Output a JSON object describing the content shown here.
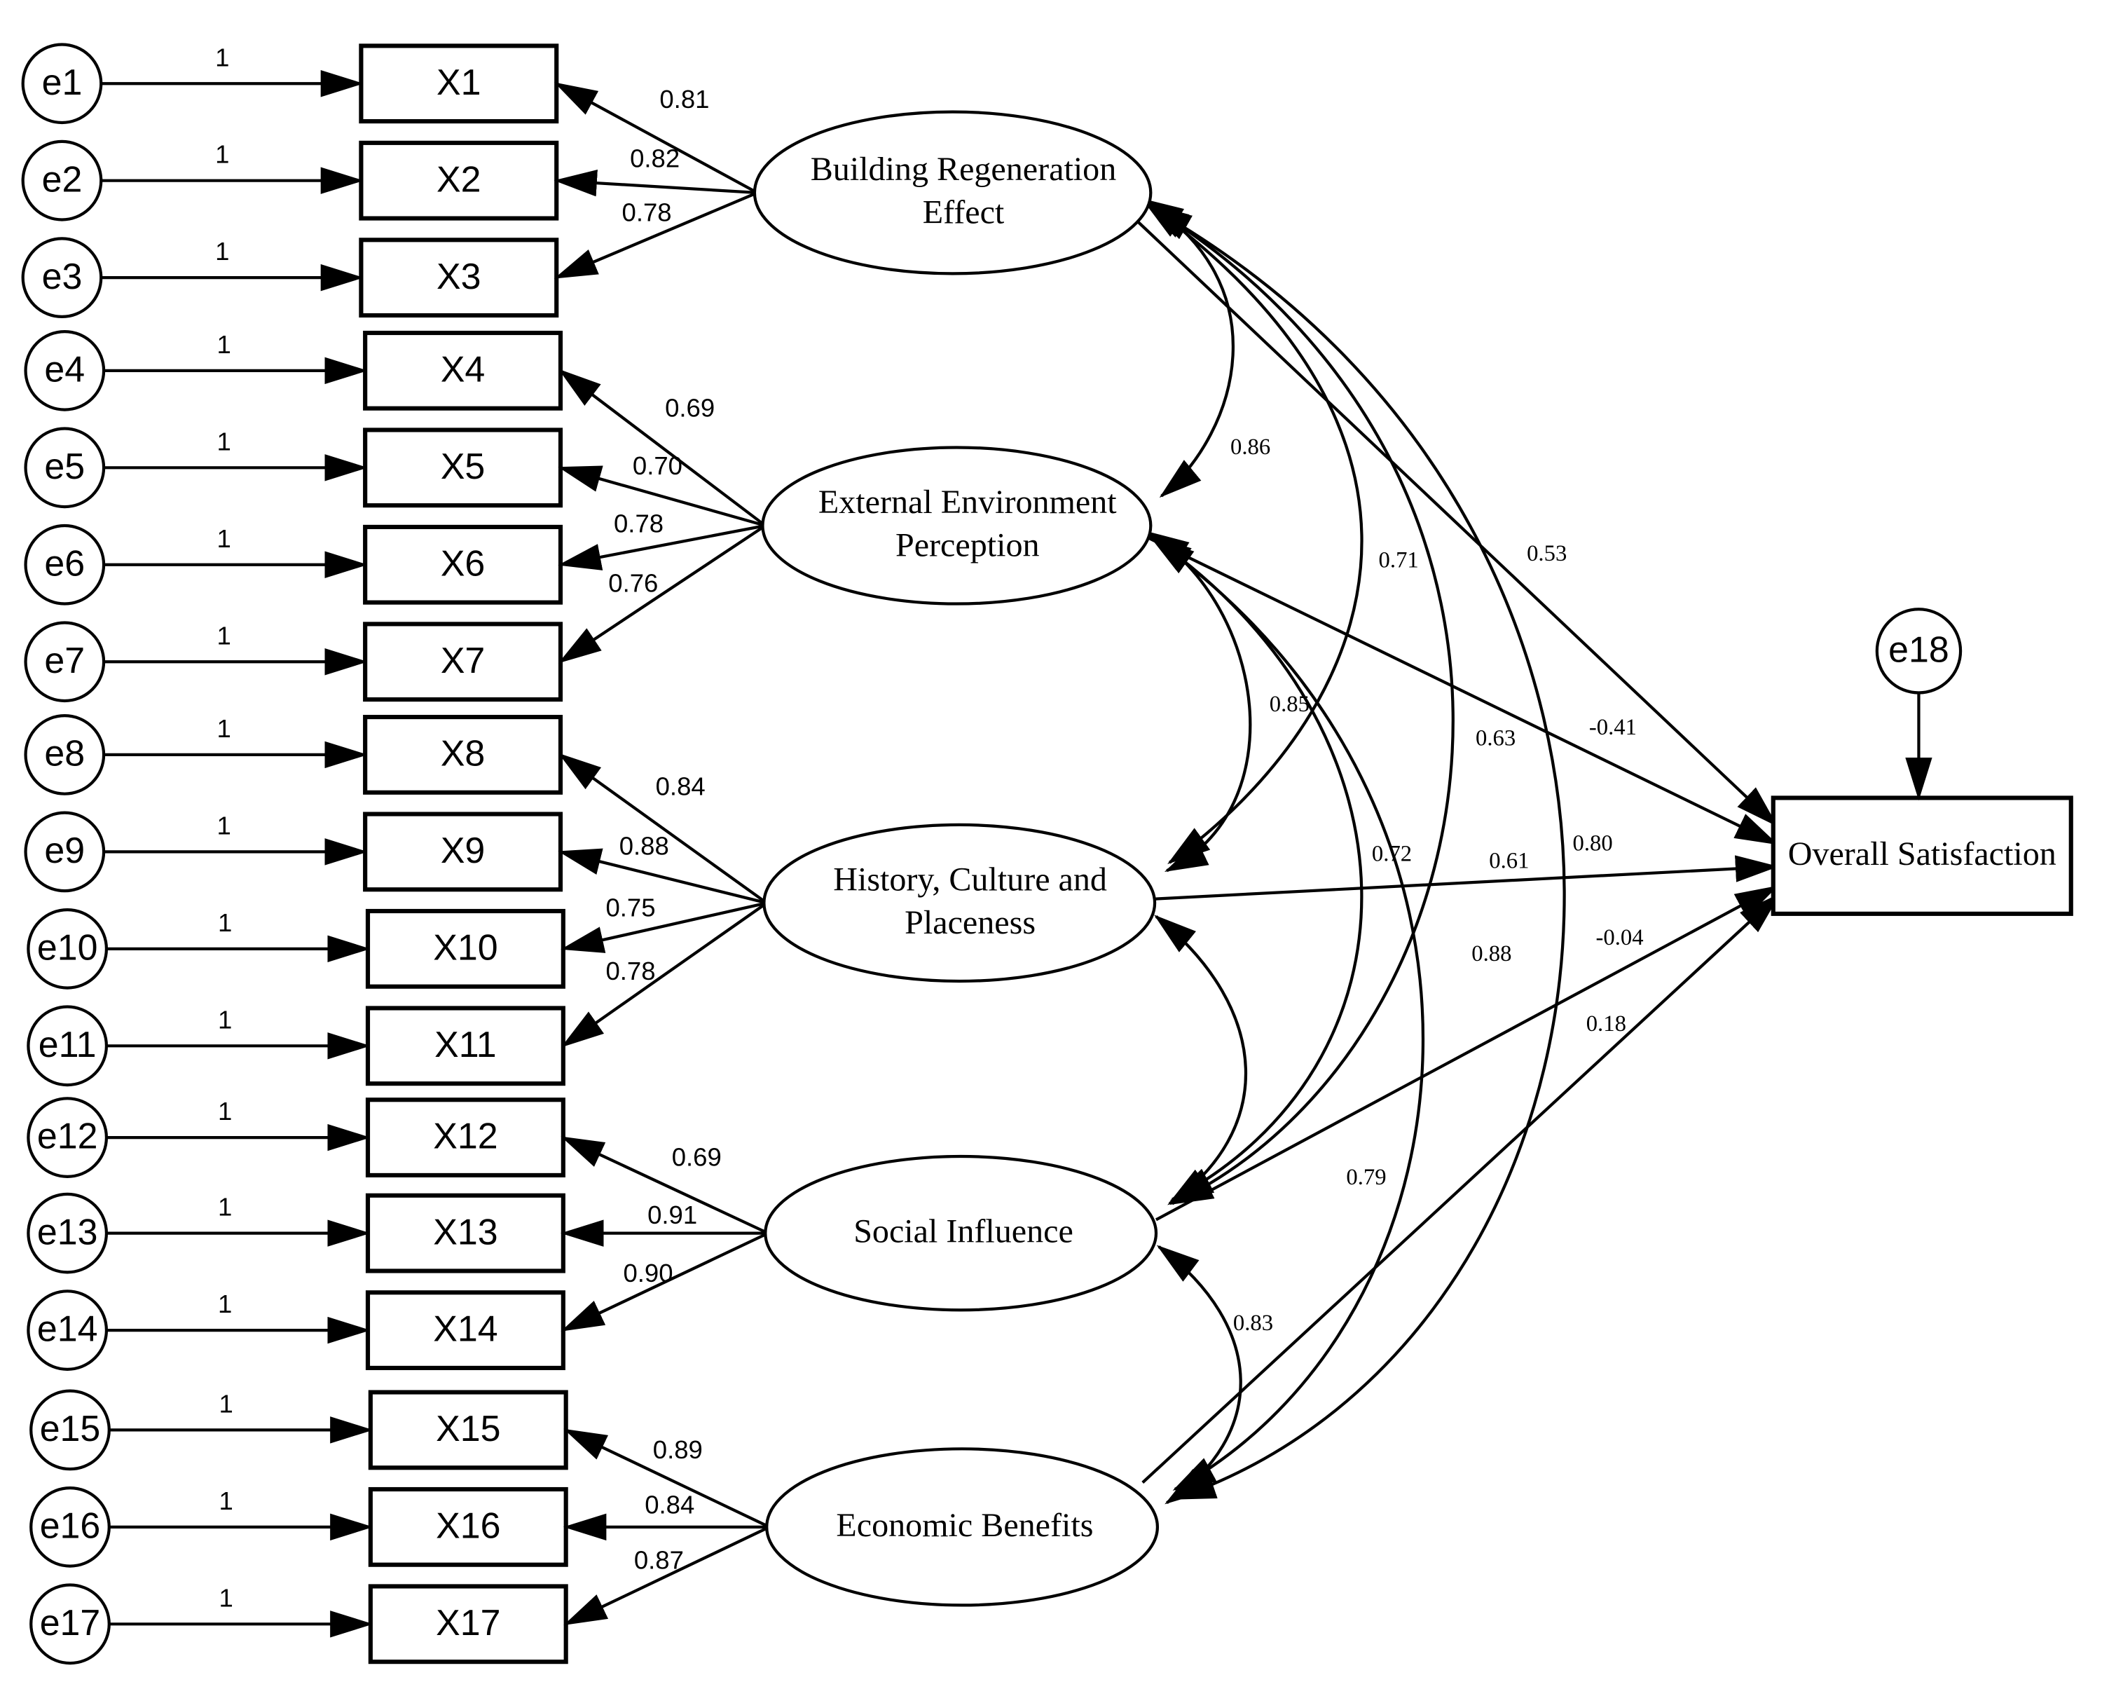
{
  "errors": [
    "e1",
    "e2",
    "e3",
    "e4",
    "e5",
    "e6",
    "e7",
    "e8",
    "e9",
    "e10",
    "e11",
    "e12",
    "e13",
    "e14",
    "e15",
    "e16",
    "e17"
  ],
  "error_weight_label": "1",
  "indicators": [
    "X1",
    "X2",
    "X3",
    "X4",
    "X5",
    "X6",
    "X7",
    "X8",
    "X9",
    "X10",
    "X11",
    "X12",
    "X13",
    "X14",
    "X15",
    "X16",
    "X17"
  ],
  "latents": [
    {
      "line1": "Building Regeneration",
      "line2": "Effect"
    },
    {
      "line1": "External Environment",
      "line2": "Perception"
    },
    {
      "line1": "History, Culture and",
      "line2": "Placeness"
    },
    {
      "line1": "Social Influence",
      "line2": ""
    },
    {
      "line1": "Economic Benefits",
      "line2": ""
    }
  ],
  "loadings": [
    "0.81",
    "0.82",
    "0.78",
    "0.69",
    "0.70",
    "0.78",
    "0.76",
    "0.84",
    "0.88",
    "0.75",
    "0.78",
    "0.69",
    "0.91",
    "0.90",
    "0.89",
    "0.84",
    "0.87"
  ],
  "outcome": {
    "label": "Overall Satisfaction",
    "error": "e18"
  },
  "correlations": {
    "bre_eep": "0.86",
    "bre_hcp": "0.71",
    "bre_si": "0.63",
    "bre_eb": "0.88",
    "eep_hcp": "0.85",
    "eep_si": "0.72",
    "eep_eb": "0.79",
    "hcp_si": "0.80",
    "si_eb": "0.83"
  },
  "paths": {
    "bre": "0.53",
    "eep": "-0.41",
    "hcp": "0.61",
    "si": "-0.04",
    "eb": "0.18"
  }
}
